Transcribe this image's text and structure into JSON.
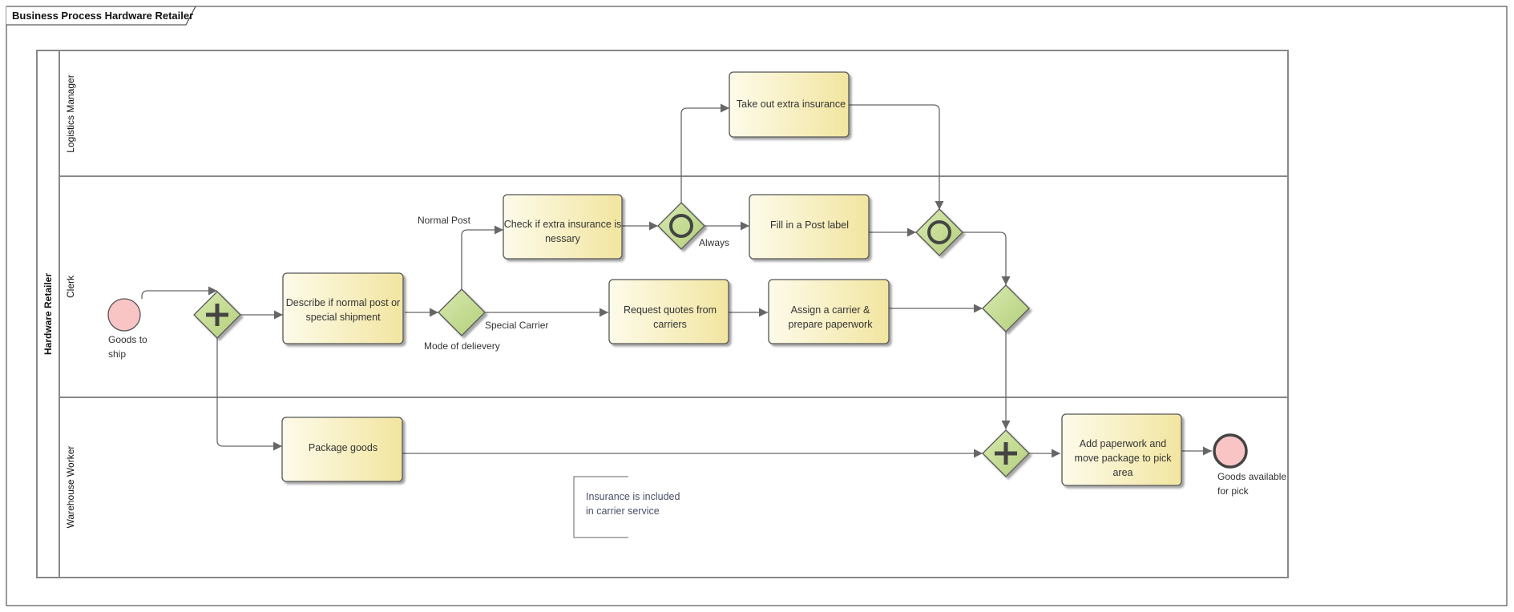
{
  "frame": {
    "title": "Business Process Hardware Retailer"
  },
  "pool": {
    "name": "Hardware Retailer"
  },
  "lanes": {
    "logistics": "Logistics Manager",
    "clerk": "Clerk",
    "warehouse": "Warehouse Worker"
  },
  "events": {
    "start": {
      "line1": "Goods to",
      "line2": "ship"
    },
    "end": {
      "line1": "Goods available",
      "line2": "for pick"
    }
  },
  "tasks": {
    "describe": {
      "line1": "Describe if normal post or",
      "line2": "special shipment"
    },
    "check_insurance": {
      "line1": "Check if extra insurance is",
      "line2": "nessary"
    },
    "take_insurance": {
      "line1": "Take out extra insurance"
    },
    "fill_label": {
      "line1": "Fill in a Post label"
    },
    "request_quotes": {
      "line1": "Request quotes from",
      "line2": "carriers"
    },
    "assign_carrier": {
      "line1": "Assign a carrier &",
      "line2": "prepare paperwork"
    },
    "package": {
      "line1": "Package goods"
    },
    "add_paperwork": {
      "line1": "Add paperwork and",
      "line2": "move package to pick",
      "line3": "area"
    }
  },
  "gateway_labels": {
    "mode": "Mode of delievery"
  },
  "flow_labels": {
    "normal_post": "Normal Post",
    "special_carrier": "Special Carrier",
    "always": "Always"
  },
  "annotation": {
    "line1": "Insurance is included",
    "line2": "in carrier service"
  },
  "colors": {
    "task_fill_light": "#fdfbe6",
    "task_fill_dark": "#f3e7a6",
    "gateway_fill": "#c6dc92",
    "event_fill": "#f8c4c4",
    "line": "#666666"
  }
}
